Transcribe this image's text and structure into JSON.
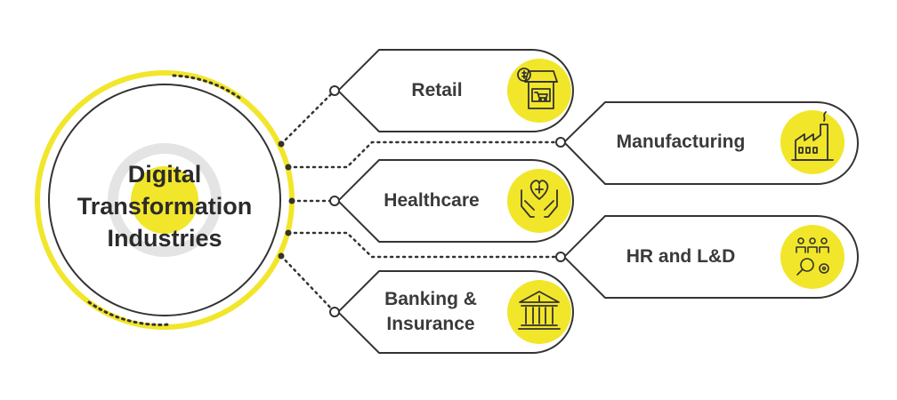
{
  "center": {
    "lines": [
      "Digital",
      "Transformation",
      "Industries"
    ]
  },
  "industries": [
    {
      "label": "Retail",
      "icon": "shop-icon"
    },
    {
      "label": "Manufacturing",
      "icon": "factory-icon"
    },
    {
      "label": "Healthcare",
      "icon": "care-hands-icon"
    },
    {
      "label": "HR and L&D",
      "icon": "people-search-icon"
    },
    {
      "label": "Banking &",
      "label2": "Insurance",
      "icon": "bank-icon"
    }
  ],
  "colors": {
    "accent": "#f2e62b",
    "outline": "#333333",
    "ring": "#e4e4e4",
    "text": "#2b2b2b"
  }
}
